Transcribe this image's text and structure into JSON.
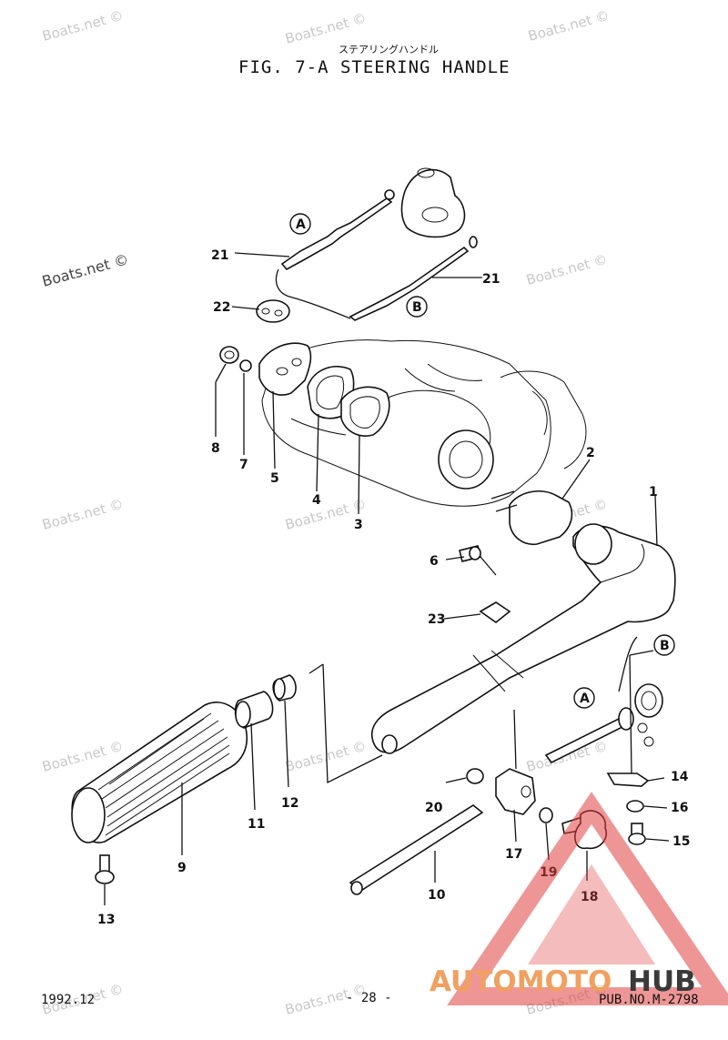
{
  "header": {
    "title_jp": "ステアリングハンドル",
    "title": "FIG.  7-A STEERING HANDLE"
  },
  "watermark": "Boats.net ©",
  "callouts": {
    "A": "A",
    "B": "B"
  },
  "part_numbers": [
    "1",
    "2",
    "3",
    "4",
    "5",
    "6",
    "7",
    "8",
    "9",
    "10",
    "11",
    "12",
    "13",
    "14",
    "15",
    "16",
    "17",
    "18",
    "19",
    "20",
    "21",
    "21",
    "22",
    "23"
  ],
  "footer": {
    "date": "1992.12",
    "page": "- 28 -",
    "pub": "PUB.NO.M-2798"
  },
  "logo": {
    "part1": "AUTOMOTO",
    "part2": "HUB",
    "color_accent": "#e04040",
    "color_orange": "#f0a060"
  }
}
